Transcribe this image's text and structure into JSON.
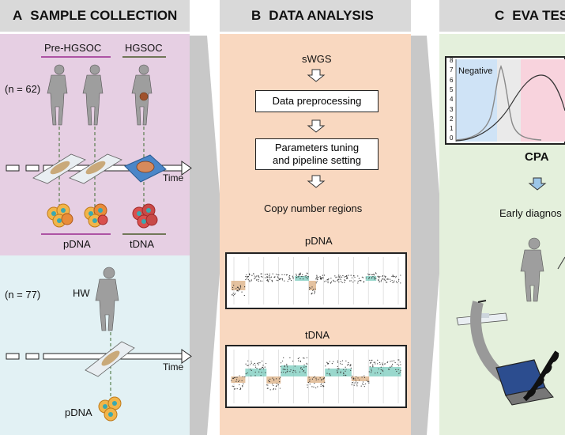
{
  "panel_a": {
    "letter": "A",
    "title": "SAMPLE COLLECTION",
    "group_pre": "Pre-HGSOC",
    "group_hgsoc": "HGSOC",
    "n_top": "(n = 62)",
    "n_bottom": "(n = 77)",
    "time_label_top": "Time",
    "time_label_bottom": "Time",
    "pdna_top": "pDNA",
    "tdna": "tDNA",
    "hw": "HW",
    "pdna_bottom": "pDNA"
  },
  "panel_b": {
    "letter": "B",
    "title": "DATA ANALYSIS",
    "swgs": "sWGS",
    "step1": "Data preprocessing",
    "step2_line1": "Parameters tuning",
    "step2_line2": "and pipeline setting",
    "copy_number": "Copy number regions",
    "pdna_label": "pDNA",
    "tdna_label": "tDNA"
  },
  "panel_c": {
    "letter": "C",
    "title": "EVA TES",
    "negative": "Negative",
    "yticks": [
      "8",
      "7",
      "6",
      "5",
      "4",
      "3",
      "2",
      "1",
      "0"
    ],
    "cpa": "CPA",
    "early": "Early diagnos"
  },
  "colors": {
    "panel_a_top_bg": "#e6cfe3",
    "panel_a_bottom_bg": "#e2f1f4",
    "panel_b_bg": "#f9d8c0",
    "panel_c_bg": "#e4f0dc",
    "header_bg": "#d9d9d9",
    "pre_line": "#9a2a8f",
    "hgsoc_line": "#4a5a2a",
    "negative_fill": "#cfe3f6",
    "positive_fill": "#f8d3dd",
    "gain_color": "#6fc7b8",
    "loss_color": "#d9a877"
  }
}
